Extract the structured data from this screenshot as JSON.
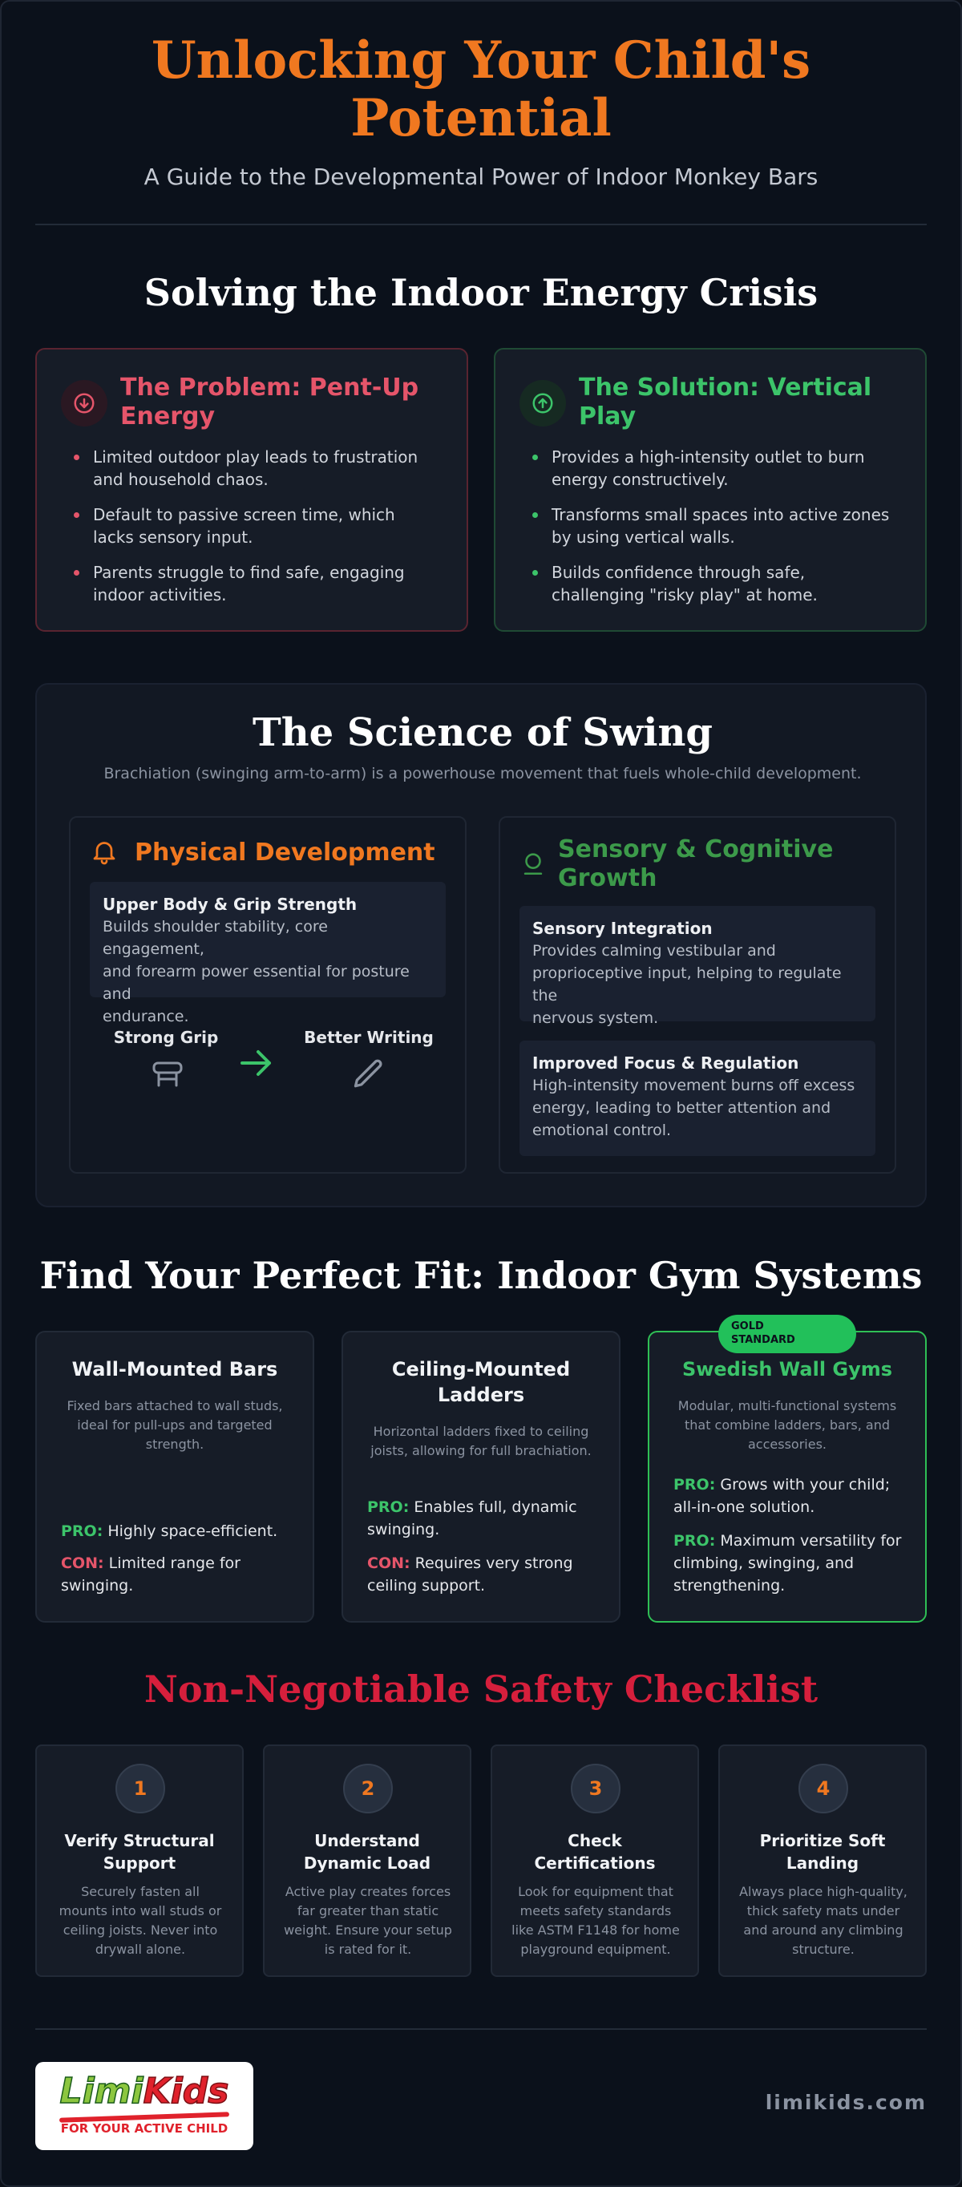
{
  "header": {
    "title_line1": "Unlocking Your Child's",
    "title_line2": "Potential",
    "subtitle": "A Guide to the Developmental Power of Indoor Monkey Bars"
  },
  "crisis": {
    "title": "Solving the Indoor Energy Crisis",
    "problem": {
      "heading_line1": "The Problem: Pent-Up",
      "heading_line2": "Energy",
      "icon": "arrow-down-circle-icon",
      "bullets": [
        [
          "Limited outdoor play leads to frustration",
          "and household chaos."
        ],
        [
          "Default to passive screen time, which",
          "lacks sensory input."
        ],
        [
          "Parents struggle to find safe, engaging",
          "indoor activities."
        ]
      ]
    },
    "solution": {
      "heading_line1": "The Solution: Vertical",
      "heading_line2": "Play",
      "icon": "arrow-up-circle-icon",
      "bullets": [
        [
          "Provides a high-intensity outlet to burn",
          "energy constructively."
        ],
        [
          "Transforms small spaces into active zones",
          "by using vertical walls."
        ],
        [
          "Builds confidence through safe,",
          "challenging \"risky play\" at home."
        ]
      ]
    }
  },
  "science": {
    "title": "The Science of Swing",
    "subtitle": "Brachiation (swinging arm-to-arm) is a powerhouse movement that fuels whole-child development.",
    "physical": {
      "heading": "Physical Development",
      "icon": "bell-icon",
      "item_title": "Upper Body & Grip Strength",
      "item_desc": [
        "Builds shoulder stability, core engagement,",
        "and forearm power essential for posture and",
        "endurance."
      ],
      "from_label": "Strong Grip",
      "to_label": "Better Writing"
    },
    "sensory": {
      "heading_line1": "Sensory & Cognitive",
      "heading_line2": "Growth",
      "icon": "head-icon",
      "items": [
        {
          "title": "Sensory Integration",
          "desc": [
            "Provides calming vestibular and",
            "proprioceptive input, helping to regulate the",
            "nervous system."
          ]
        },
        {
          "title": "Improved Focus & Regulation",
          "desc": [
            "High-intensity movement burns off excess",
            "energy, leading to better attention and",
            "emotional control."
          ]
        }
      ]
    }
  },
  "gyms": {
    "title": "Find Your Perfect Fit: Indoor Gym Systems",
    "pro_label": "PRO:",
    "con_label": "CON:",
    "wall": {
      "title": "Wall-Mounted Bars",
      "desc": [
        "Fixed bars attached to wall studs,",
        "ideal for pull-ups and targeted",
        "strength."
      ],
      "pro": "Highly space-efficient.",
      "con_line1": "Limited range for",
      "con_line2": "swinging."
    },
    "ceiling": {
      "title_line1": "Ceiling-Mounted",
      "title_line2": "Ladders",
      "desc": [
        "Horizontal ladders fixed to ceiling",
        "joists, allowing for full brachiation."
      ],
      "pro_line1": "Enables full, dynamic",
      "pro_line2": "swinging.",
      "con_line1": "Requires very strong",
      "con_line2": "ceiling support."
    },
    "swedish": {
      "badge_line1": "GOLD",
      "badge_line2": "STANDARD",
      "title": "Swedish Wall Gyms",
      "desc": [
        "Modular, multi-functional systems",
        "that combine ladders, bars, and",
        "accessories."
      ],
      "pro1_line1": "Grows with your child;",
      "pro1_line2": "all-in-one solution.",
      "pro2_line1": "Maximum versatility for",
      "pro2_line2": "climbing, swinging, and",
      "pro2_line3": "strengthening."
    }
  },
  "safety": {
    "title": "Non-Negotiable Safety Checklist",
    "items": [
      {
        "num": "1",
        "title": [
          "Verify Structural",
          "Support"
        ],
        "desc": [
          "Securely fasten all",
          "mounts into wall studs or",
          "ceiling joists. Never into",
          "drywall alone."
        ]
      },
      {
        "num": "2",
        "title": [
          "Understand",
          "Dynamic Load"
        ],
        "desc": [
          "Active play creates forces",
          "far greater than static",
          "weight. Ensure your setup",
          "is rated for it."
        ]
      },
      {
        "num": "3",
        "title": [
          "Check",
          "Certifications"
        ],
        "desc": [
          "Look for equipment that",
          "meets safety standards",
          "like ASTM F1148 for home",
          "playground equipment."
        ]
      },
      {
        "num": "4",
        "title": [
          "Prioritize Soft",
          "Landing"
        ],
        "desc": [
          "Always place high-quality,",
          "thick safety mats under",
          "and around any climbing",
          "structure."
        ]
      }
    ]
  },
  "footer": {
    "logo_word1": "Limi",
    "logo_word2": "Kids",
    "logo_tagline": "FOR YOUR ACTIVE CHILD",
    "website": "limikids.com"
  },
  "colors": {
    "accent_orange": "#f07820",
    "problem_red": "#e5556a",
    "solution_green": "#3cc46a",
    "safety_red": "#d61f3c",
    "background": "#0b111b"
  }
}
